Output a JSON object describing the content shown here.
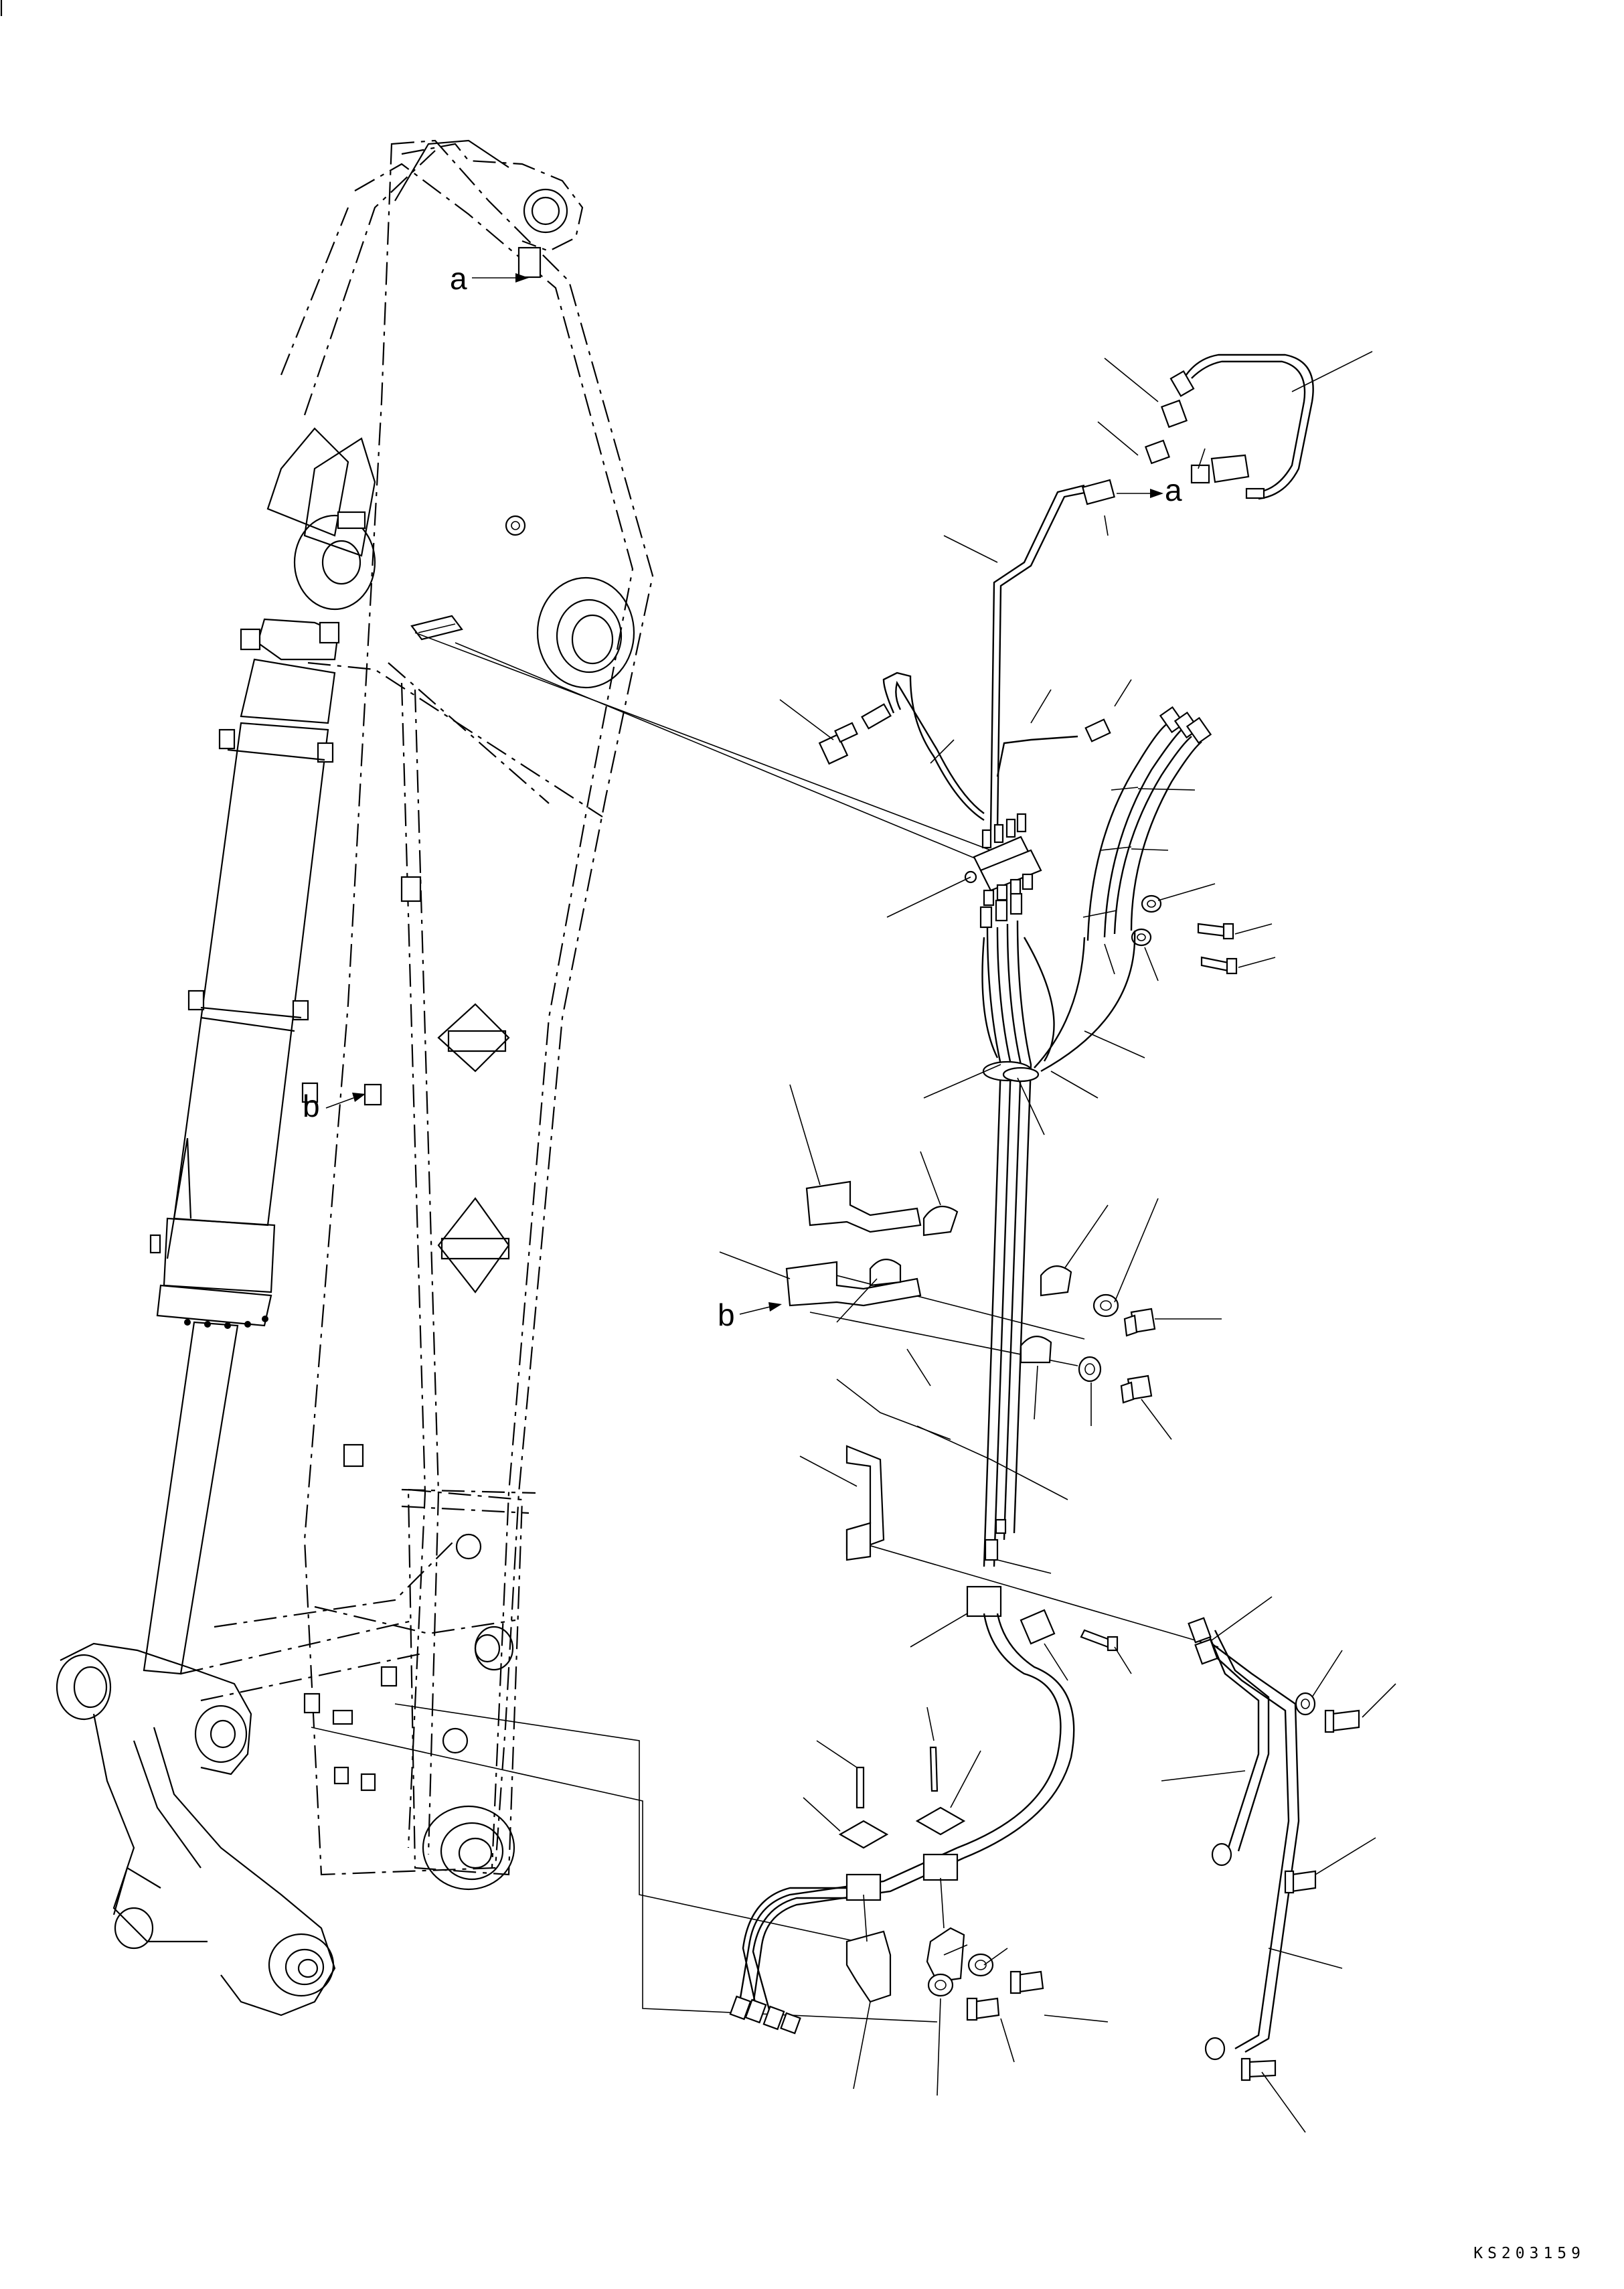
{
  "drawing": {
    "code": "KS203159",
    "callouts": [
      {
        "id": "a-top",
        "label": "a"
      },
      {
        "id": "a-right",
        "label": "a"
      },
      {
        "id": "b-left",
        "label": "b"
      },
      {
        "id": "b-bracket",
        "label": "b"
      }
    ]
  }
}
